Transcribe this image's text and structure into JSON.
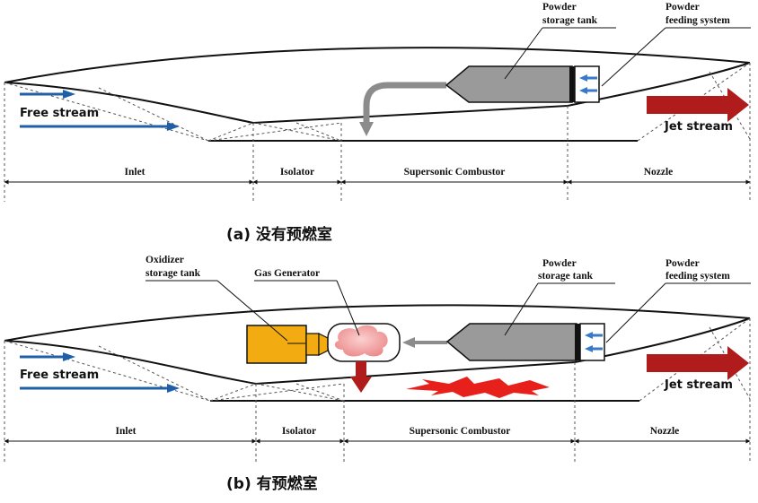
{
  "diagram_a": {
    "caption": "(a)  没有预燃室",
    "free_stream": "Free stream",
    "jet_stream": "Jet stream",
    "powder_tank": [
      "Powder",
      "storage tank"
    ],
    "powder_feed": [
      "Powder",
      "feeding system"
    ],
    "sections": {
      "inlet": "Inlet",
      "isolator": "Isolator",
      "combustor": "Supersonic Combustor",
      "nozzle": "Nozzle"
    }
  },
  "diagram_b": {
    "caption": "(b)  有预燃室",
    "free_stream": "Free stream",
    "jet_stream": "Jet stream",
    "oxidizer_tank": [
      "Oxidizer",
      "storage tank"
    ],
    "gas_generator": "Gas Generator",
    "powder_tank": [
      "Powder",
      "storage tank"
    ],
    "powder_feed": [
      "Powder",
      "feeding system"
    ],
    "sections": {
      "inlet": "Inlet",
      "isolator": "Isolator",
      "combustor": "Supersonic Combustor",
      "nozzle": "Nozzle"
    }
  },
  "colors": {
    "flow_arrow": "#1f5fa8",
    "jet_arrow": "#b01c1c",
    "tank_gray": "#9a9a9a",
    "oxidizer_yellow": "#f2ac12",
    "flame_red": "#e8201c",
    "feed_arrow": "#3a78c8",
    "gas_pink": "#f19a9a"
  }
}
